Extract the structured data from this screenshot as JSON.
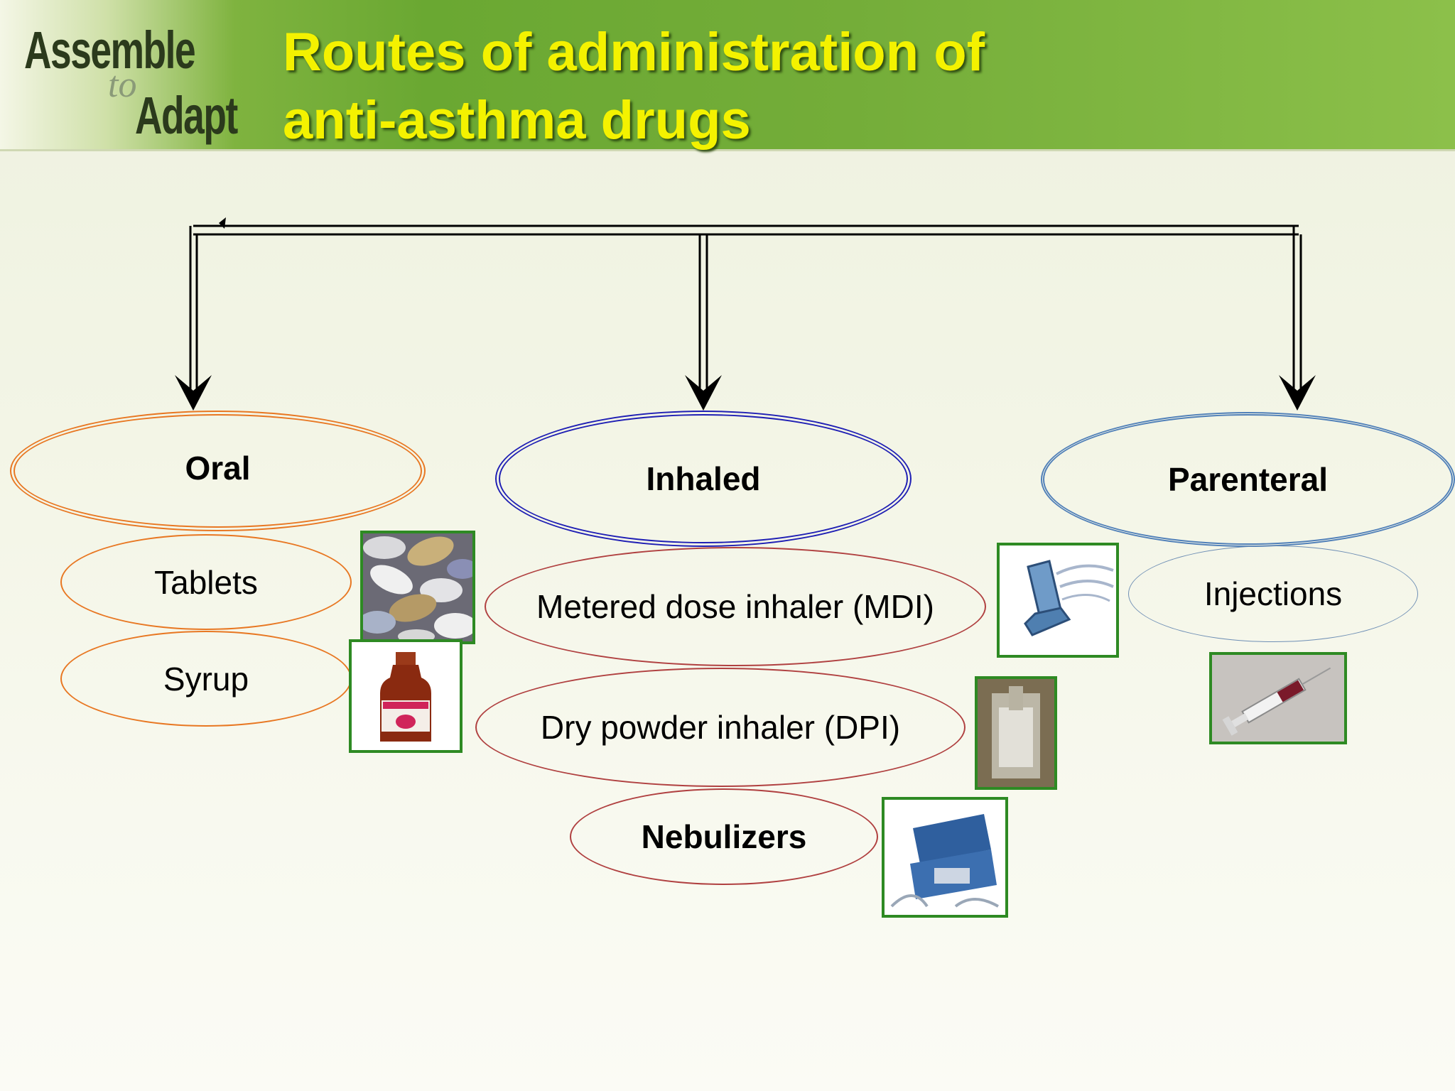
{
  "logo": {
    "line1": "Assemble",
    "line2": "to",
    "line3": "Adapt"
  },
  "title": {
    "line1": "Routes of administration of",
    "line2": "anti-asthma drugs"
  },
  "colors": {
    "header_green": "#6aa832",
    "title_yellow": "#f4f200",
    "oral": "#e87722",
    "inhaled": "#1f1fb4",
    "parenteral": "#4f7fb8",
    "item_outline": "#b04040",
    "thumb_border": "#2e8a23"
  },
  "categories": [
    {
      "label": "Oral",
      "items": [
        "Tablets",
        "Syrup"
      ]
    },
    {
      "label": "Inhaled",
      "items": [
        "Metered dose inhaler (MDI)",
        "Dry powder inhaler (DPI)",
        "Nebulizers"
      ]
    },
    {
      "label": "Parenteral",
      "items": [
        "Injections"
      ]
    }
  ],
  "images": {
    "tablets": "tablets-photo",
    "syrup": "syrup-bottle-photo",
    "mdi": "inhaler-clipart",
    "dpi": "dry-powder-inhaler-photo",
    "nebulizer": "nebulizer-photo",
    "injection": "syringe-photo"
  }
}
